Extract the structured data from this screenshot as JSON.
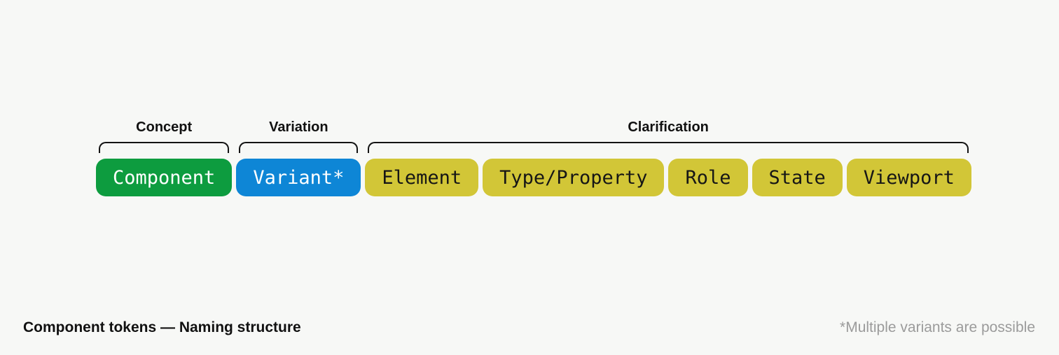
{
  "page": {
    "background": "#f7f8f6",
    "bracket_color": "#141414"
  },
  "diagram": {
    "groups": [
      {
        "label": "Concept",
        "pills": [
          {
            "text": "Component",
            "bg": "#0d9c3f",
            "fg": "#ffffff"
          }
        ]
      },
      {
        "label": "Variation",
        "pills": [
          {
            "text": "Variant*",
            "bg": "#0e86d6",
            "fg": "#ffffff"
          }
        ]
      },
      {
        "label": "Clarification",
        "pills": [
          {
            "text": "Element",
            "bg": "#d2c637",
            "fg": "#161616"
          },
          {
            "text": "Type/Property",
            "bg": "#d2c637",
            "fg": "#161616"
          },
          {
            "text": "Role",
            "bg": "#d2c637",
            "fg": "#161616"
          },
          {
            "text": "State",
            "bg": "#d2c637",
            "fg": "#161616"
          },
          {
            "text": "Viewport",
            "bg": "#d2c637",
            "fg": "#161616"
          }
        ]
      }
    ]
  },
  "footer": {
    "caption": "Component tokens — Naming structure",
    "note": "*Multiple variants are possible",
    "note_color": "#9b9b9b"
  }
}
